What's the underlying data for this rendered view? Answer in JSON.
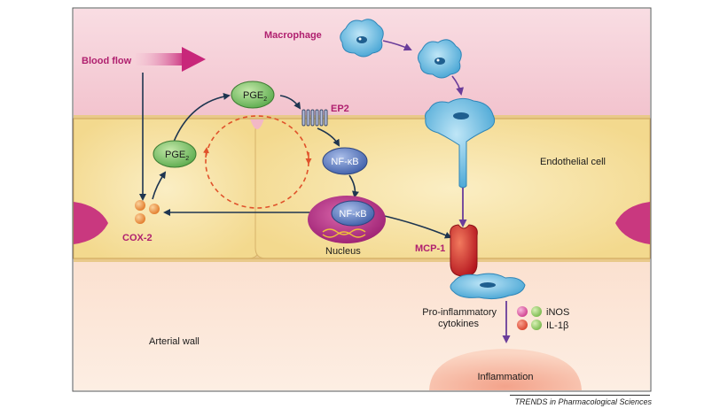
{
  "labels": {
    "blood_flow": "Blood flow",
    "macrophage": "Macrophage",
    "pge2_top": "PGE",
    "pge2_top_sub": "2",
    "pge2_left": "PGE",
    "pge2_left_sub": "2",
    "ep2": "EP2",
    "nfkb_cyto": "NF-κB",
    "nfkb_nucleus": "NF-κB",
    "nucleus": "Nucleus",
    "cox2": "COX-2",
    "mcp1": "MCP-1",
    "endothelial_cell": "Endothelial cell",
    "pro_inflammatory_line1": "Pro-inflammatory",
    "pro_inflammatory_line2": "cytokines",
    "inos": "iNOS",
    "il1b": "IL-1β",
    "arterial_wall": "Arterial wall",
    "inflammation": "Inflammation",
    "source": "TRENDS in Pharmacological Sciences"
  },
  "colors": {
    "blood_band": "#f5c9d2",
    "cell_fill": "#f7e3a6",
    "arterial_wall": "#fbe5d4",
    "pge2_fill": "#7dc36d",
    "nfkb_fill": "#6c86c9",
    "nucleus_fill": "#b9338a",
    "mcp1_fill": "#cf2e2e",
    "macrophage_fill": "#5ab7e0",
    "label_magenta": "#b0206f",
    "arrow_navy": "#1e3550",
    "arrow_purple": "#6a3d9a",
    "dashed_orange": "#e0522b"
  }
}
